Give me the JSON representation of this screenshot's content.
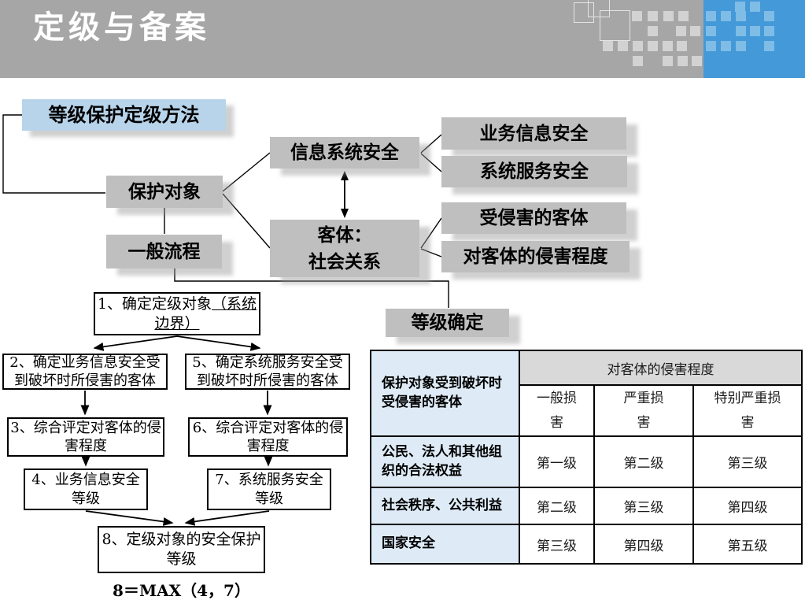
{
  "slide": {
    "title": "定级与备案"
  },
  "colors": {
    "header_gray": "#A6A6A6",
    "header_panel_blue": "#4499D8",
    "diagram_box_gray": "#BFBFBF",
    "method_box_blue": "#B8D4EA",
    "table_label_blue": "#DEEBF7",
    "table_header_gray": "#D9D9D9"
  },
  "diagram": {
    "method_box": "等级保护定级方法",
    "protect_object": "保护对象",
    "general_flow": "一般流程",
    "info_system_security": "信息系统安全",
    "object_line1": "客体：",
    "object_line2": "社会关系",
    "business_info_security": "业务信息安全",
    "system_service_security": "系统服务安全",
    "harmed_object": "受侵害的客体",
    "harm_degree": "对客体的侵害程度",
    "grade_determine": "等级确定"
  },
  "steps": {
    "s1_normal": "1、确定定级对象",
    "s1_underlined": "（系统边界）",
    "s2": "2、确定业务信息安全受到破坏时所侵害的客体",
    "s5": "5、确定系统服务安全受到破坏时所侵害的客体",
    "s3": "3、综合评定对客体的侵害程度",
    "s6": "6、综合评定对客体的侵害程度",
    "s4": "4、业务信息安全等级",
    "s7": "7、系统服务安全等级",
    "s8": "8、定级对象的安全保护等级",
    "formula": "8＝MAX（4，7）"
  },
  "table": {
    "corner_header": "保护对象受到破坏时受侵害的客体",
    "top_header": "对客体的侵害程度",
    "col_headers": [
      {
        "line1": "一般损",
        "line2": "害"
      },
      {
        "line1": "严重损",
        "line2": "害"
      },
      {
        "line1": "特别严重损",
        "line2": "害"
      }
    ],
    "rows": [
      {
        "label": "公民、法人和其他组织的合法权益",
        "cells": [
          "第一级",
          "第二级",
          "第三级"
        ]
      },
      {
        "label": "社会秩序、公共利益",
        "cells": [
          "第二级",
          "第三级",
          "第四级"
        ]
      },
      {
        "label": "国家安全",
        "cells": [
          "第三级",
          "第四级",
          "第五级"
        ]
      }
    ]
  }
}
